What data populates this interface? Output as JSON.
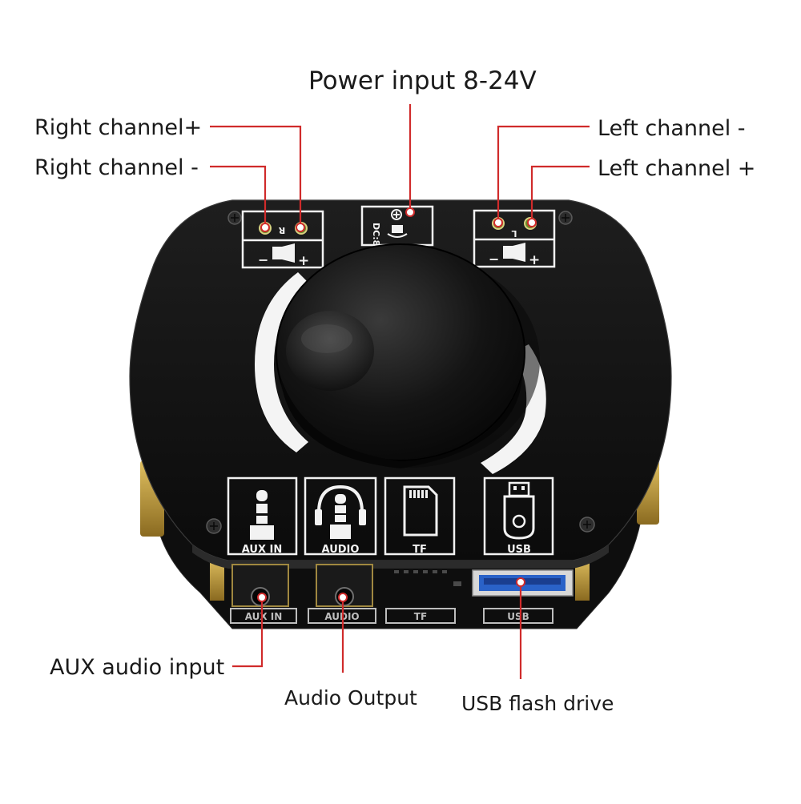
{
  "colors": {
    "leader_line": "#d02b2b",
    "board": "#121212",
    "silkscreen": "#f2f2f2",
    "gold": "#c9a43a"
  },
  "callouts": {
    "power": "Power input 8-24V",
    "right_plus": "Right channel+",
    "right_minus": "Right channel -",
    "left_minus": "Left channel -",
    "left_plus": "Left channel +",
    "aux_input": "AUX audio input",
    "audio_output": "Audio Output",
    "usb": "USB flash drive"
  },
  "board_labels": {
    "aux_in": "AUX IN",
    "audio": "AUDIO",
    "tf": "TF",
    "usb": "USB",
    "speaker_r": "R",
    "speaker_l": "L",
    "minus": "−",
    "plus": "+",
    "dc": "DC:8"
  },
  "icons": [
    "aux-plug-icon",
    "headphones-icon",
    "sd-card-icon",
    "usb-drive-icon",
    "speaker-icon",
    "power-jack-icon",
    "volume-knob"
  ]
}
